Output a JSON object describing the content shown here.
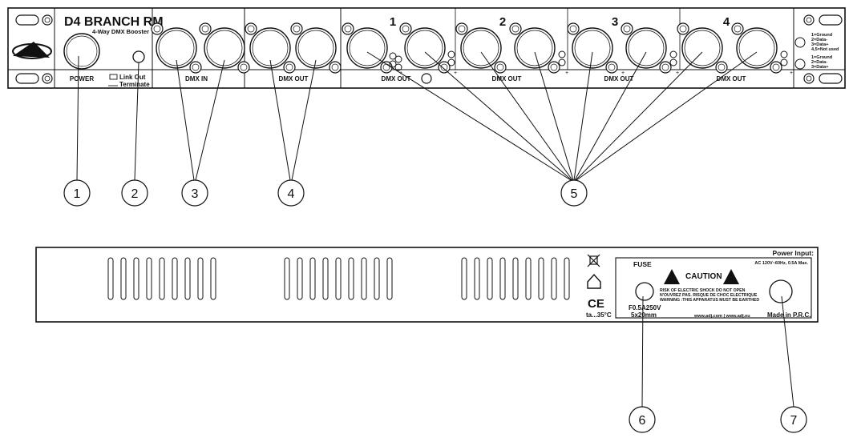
{
  "front": {
    "model": "D4 BRANCH RM",
    "subtitle": "4-Way DMX Booster",
    "brand": "ADJ",
    "power_label": "POWER",
    "link_out": "Link Out",
    "terminate": "Terminate",
    "dmx_in": "DMX IN",
    "dmx_out": "DMX OUT",
    "dmx_out_1": "DMX OUT",
    "dmx_out_2": "DMX OUT",
    "dmx_out_3": "DMX OUT",
    "dmx_out_4": "DMX OUT",
    "ch1": "1",
    "ch2": "2",
    "ch3": "3",
    "ch4": "4",
    "pin_top": [
      "1=Ground",
      "2=Data-",
      "3=Data+",
      "4,5=Not used"
    ],
    "pin_bot": [
      "1=Ground",
      "2=Data-",
      "3=Data+"
    ]
  },
  "back": {
    "fuse": "FUSE",
    "fuse_rating": "F0.5A250V",
    "fuse_size": "5x20mm",
    "caution": "CAUTION",
    "warn1": "RISK OF ELECTRIC SHOCK DO NOT OPEN",
    "warn2": "N'OUVREZ PAS. RISQUE DE CHOC ELECTRIQUE",
    "warn3": "WARNING :THIS APPARATUS MUST BE EARTHED",
    "urls": "www.adj.com | www.adj.eu",
    "power_input": "Power Input:",
    "power_spec": "AC 120V~60Hz, 0.5A Max.",
    "made_in": "Made in P.R.C.",
    "ce": "CE",
    "temp": "ta...35°C"
  },
  "callouts": [
    "1",
    "2",
    "3",
    "4",
    "5",
    "6",
    "7"
  ]
}
